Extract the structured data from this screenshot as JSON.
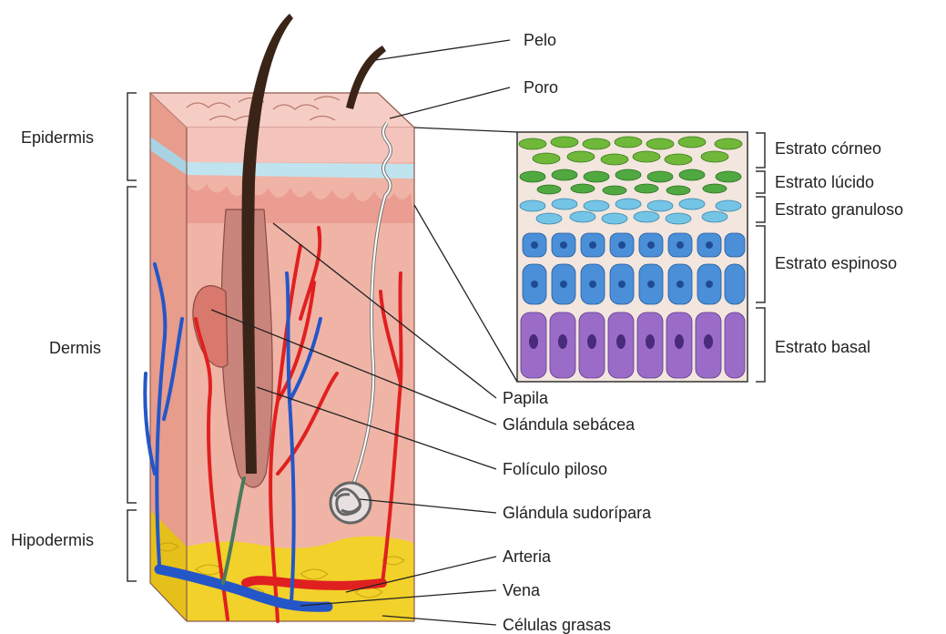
{
  "layers": {
    "epidermis": "Epidermis",
    "dermis": "Dermis",
    "hipodermis": "Hipodermis"
  },
  "structures": {
    "pelo": "Pelo",
    "poro": "Poro",
    "papila": "Papila",
    "glandula_sebacea": "Glándula sebácea",
    "foliculo_piloso": "Folículo piloso",
    "glandula_sudoripara": "Glándula sudorípara",
    "arteria": "Arteria",
    "vena": "Vena",
    "celulas_grasas": "Células grasas"
  },
  "strata": {
    "corneo": "Estrato córneo",
    "lucido": "Estrato lúcido",
    "granuloso": "Estrato granuloso",
    "espinoso": "Estrato espinoso",
    "basal": "Estrato basal"
  },
  "colors": {
    "dermis": "#f0b4a6",
    "epidermis_top": "#f6c8c0",
    "blue_band": "#bfe4ef",
    "fat": "#f2d12a",
    "artery": "#e02020",
    "vein": "#2456c8",
    "hair": "#3a2418",
    "corneo": "#6fb83a",
    "granuloso": "#74c4e6",
    "espinoso": "#4a8fd8",
    "basal": "#9a6cc8"
  }
}
